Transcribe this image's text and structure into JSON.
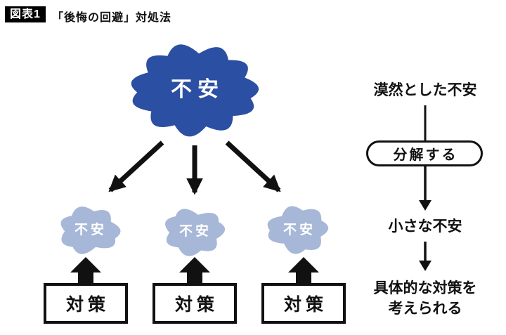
{
  "header": {
    "badge": "図表1",
    "title": "「後悔の回避」対処法"
  },
  "diagram": {
    "big_cloud_label": "不安",
    "small_cloud_labels": [
      "不安",
      "不安",
      "不安"
    ],
    "box_labels": [
      "対策",
      "対策",
      "対策"
    ]
  },
  "flow": {
    "step1": "漠然とした不安",
    "action": "分解する",
    "step2": "小さな不安",
    "step3": "具体的な対策を\n考えられる"
  },
  "colors": {
    "big_cloud": "#2b4fa2",
    "small_cloud": "#a7b7d7",
    "ink": "#111111",
    "badge_bg": "#000000"
  }
}
